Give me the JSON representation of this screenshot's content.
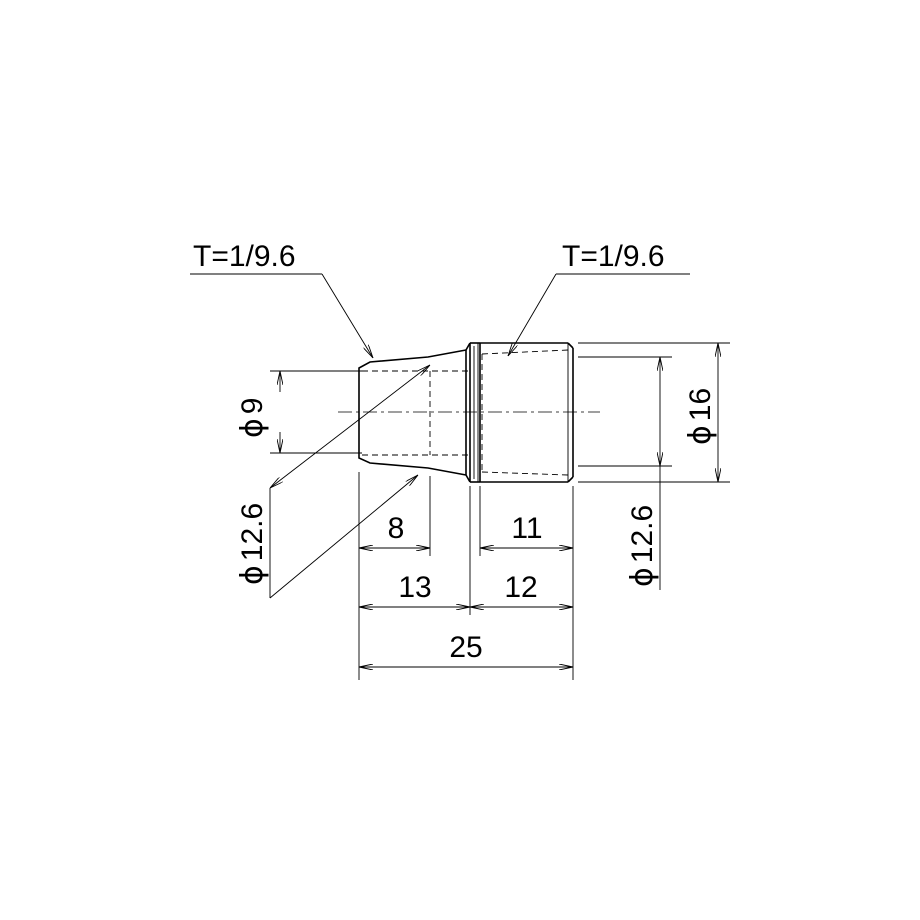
{
  "drawing": {
    "taper_left": "T=1/9.6",
    "taper_right": "T=1/9.6",
    "diameters": {
      "bore_left_symbol": "ϕ",
      "bore_left_value": "9",
      "thread_left_symbol": "ϕ",
      "thread_left_value": "12.6",
      "outer_symbol": "ϕ",
      "outer_value": "16",
      "thread_right_symbol": "ϕ",
      "thread_right_value": "12.6"
    },
    "lengths": {
      "left_taper": "8",
      "right_taper": "11",
      "left_section": "13",
      "right_section": "12",
      "overall": "25"
    }
  }
}
